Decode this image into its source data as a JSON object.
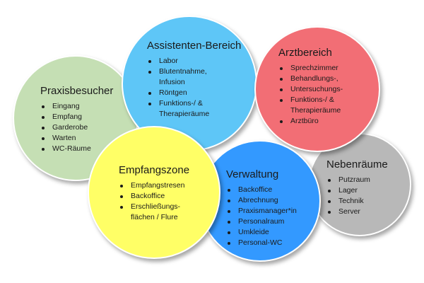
{
  "diagram": {
    "areas": [
      {
        "title": "Praxisbesucher",
        "color": "#C5DFB4",
        "items": [
          "Eingang",
          "Empfang",
          "Garderobe",
          "Warten",
          "WC-Räume"
        ]
      },
      {
        "title": "Assistenten-Bereich",
        "color": "#5EC6F7",
        "items": [
          "Labor",
          "Blutentnahme,",
          "Infusion",
          "Röntgen",
          "Funktions-/ &",
          "Therapieräume"
        ]
      },
      {
        "title": "Arztbereich",
        "color": "#F26E75",
        "items": [
          "Sprechzimmer",
          "Behandlungs-,",
          "Untersuchungs-",
          "Funktions-/ &",
          "Therapieräume",
          "Arztbüro"
        ]
      },
      {
        "title": "Nebenräume",
        "color": "#B8B8B8",
        "items": [
          "Putzraum",
          "Lager",
          "Technik",
          "Server"
        ]
      },
      {
        "title": "Empfangszone",
        "color": "#FFFF66",
        "items": [
          "Empfangstresen",
          "Backoffice",
          "Erschließungs-",
          "flächen / Flure"
        ]
      },
      {
        "title": "Verwaltung",
        "color": "#3399FF",
        "items": [
          "Backoffice",
          "Abrechnung",
          "Praxismanager*in",
          "Personalraum",
          "Umkleide",
          "Personal-WC"
        ]
      }
    ]
  }
}
